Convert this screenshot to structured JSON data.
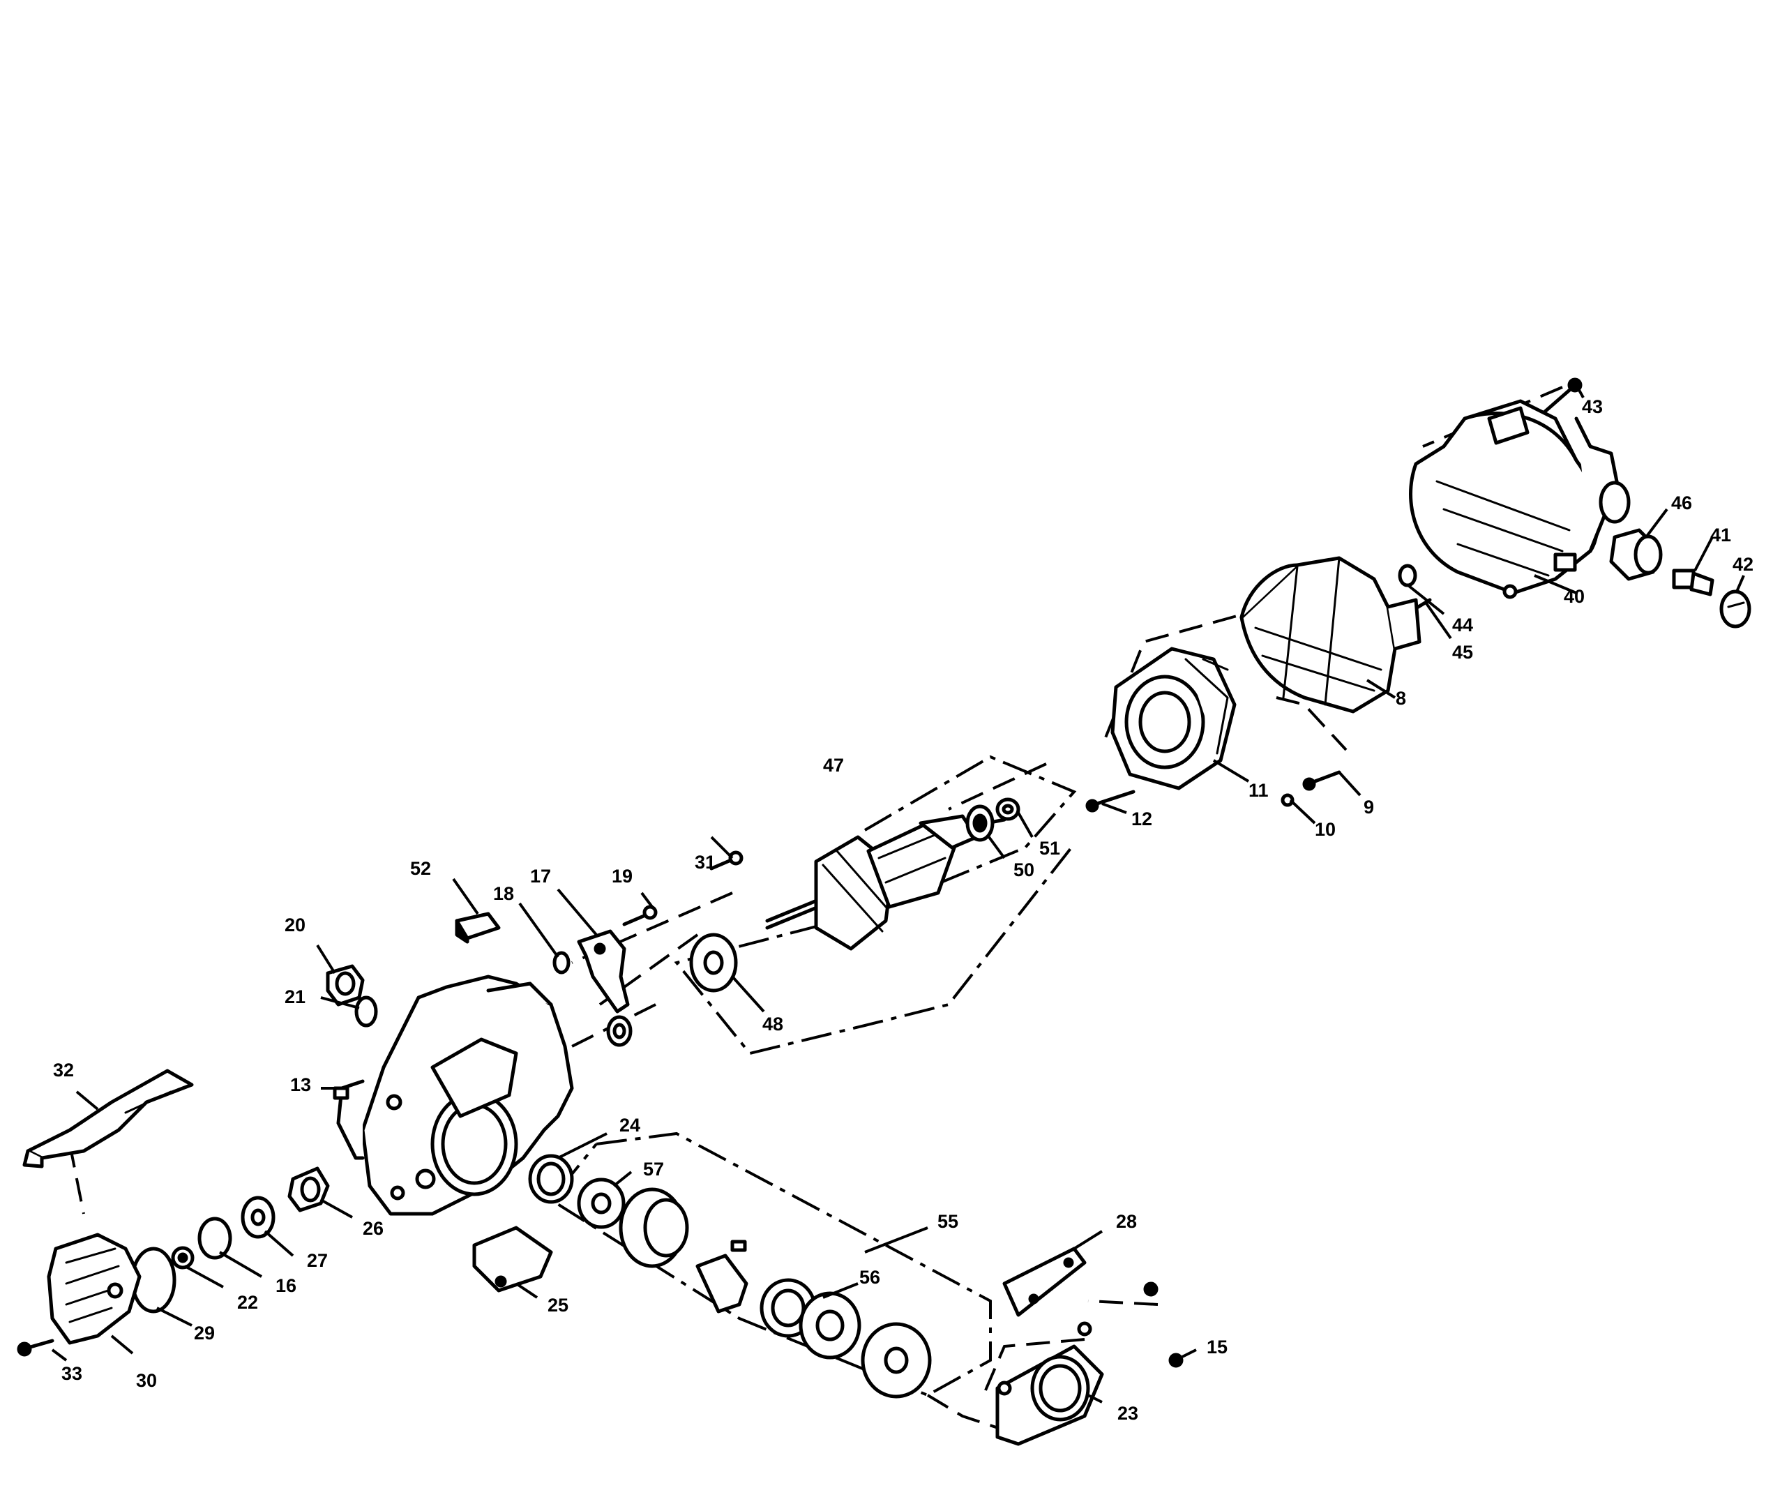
{
  "diagram": {
    "callouts": [
      {
        "id": "c43",
        "label": "43"
      },
      {
        "id": "c46",
        "label": "46"
      },
      {
        "id": "c41",
        "label": "41"
      },
      {
        "id": "c42",
        "label": "42"
      },
      {
        "id": "c40",
        "label": "40"
      },
      {
        "id": "c44",
        "label": "44"
      },
      {
        "id": "c45",
        "label": "45"
      },
      {
        "id": "c8",
        "label": "8"
      },
      {
        "id": "c9",
        "label": "9"
      },
      {
        "id": "c10",
        "label": "10"
      },
      {
        "id": "c11",
        "label": "11"
      },
      {
        "id": "c12",
        "label": "12"
      },
      {
        "id": "c47",
        "label": "47"
      },
      {
        "id": "c51",
        "label": "51"
      },
      {
        "id": "c50",
        "label": "50"
      },
      {
        "id": "c48",
        "label": "48"
      },
      {
        "id": "c31",
        "label": "31"
      },
      {
        "id": "c19",
        "label": "19"
      },
      {
        "id": "c17",
        "label": "17"
      },
      {
        "id": "c18",
        "label": "18"
      },
      {
        "id": "c52",
        "label": "52"
      },
      {
        "id": "c20",
        "label": "20"
      },
      {
        "id": "c21",
        "label": "21"
      },
      {
        "id": "c13",
        "label": "13"
      },
      {
        "id": "c32",
        "label": "32"
      },
      {
        "id": "c24",
        "label": "24"
      },
      {
        "id": "c57",
        "label": "57"
      },
      {
        "id": "c55",
        "label": "55"
      },
      {
        "id": "c56",
        "label": "56"
      },
      {
        "id": "c28",
        "label": "28"
      },
      {
        "id": "c15",
        "label": "15"
      },
      {
        "id": "c23",
        "label": "23"
      },
      {
        "id": "c25",
        "label": "25"
      },
      {
        "id": "c26",
        "label": "26"
      },
      {
        "id": "c27",
        "label": "27"
      },
      {
        "id": "c16",
        "label": "16"
      },
      {
        "id": "c22",
        "label": "22"
      },
      {
        "id": "c29",
        "label": "29"
      },
      {
        "id": "c30",
        "label": "30"
      },
      {
        "id": "c33",
        "label": "33"
      }
    ]
  }
}
